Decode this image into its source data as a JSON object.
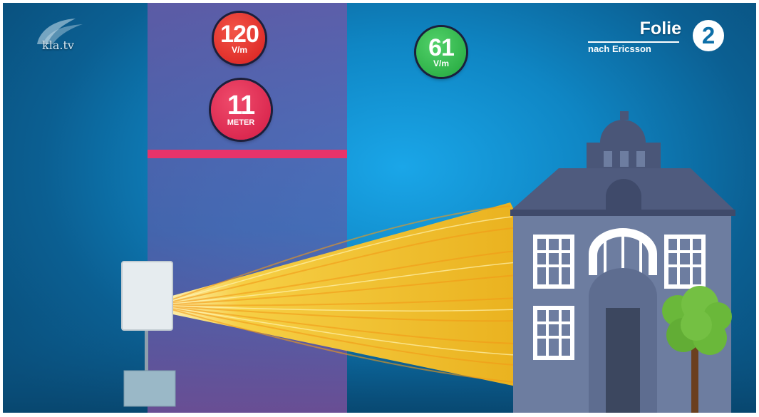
{
  "logo": {
    "text": "kla.tv"
  },
  "slide": {
    "title": "Folie",
    "subtitle": "nach Ericsson",
    "number": "2"
  },
  "badges": {
    "field_near": {
      "value": "120",
      "unit": "V/m",
      "color": "#e03030"
    },
    "distance": {
      "value": "11",
      "unit": "METER",
      "color": "#e02850"
    },
    "field_far": {
      "value": "61",
      "unit": "V/m",
      "color": "#2db84a"
    }
  },
  "colors": {
    "background": "#1188cc",
    "zone": "#6a4f9c",
    "barrier": "#e8336a",
    "beam": "#f4c430",
    "house": "#6d7da0",
    "roof": "#4a5678",
    "tree": "#6ab83a"
  }
}
